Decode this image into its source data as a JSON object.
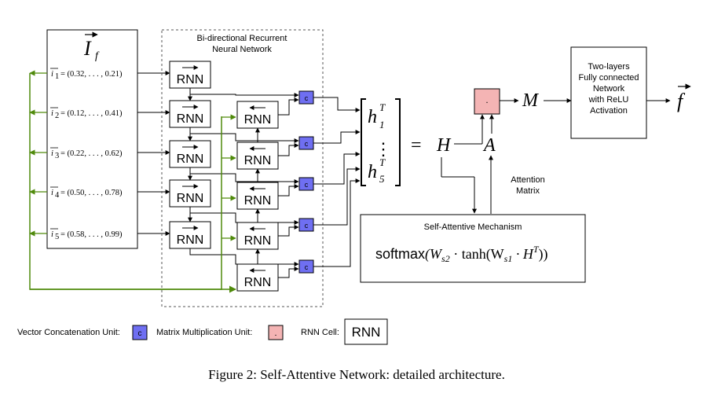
{
  "input_box": {
    "title": "I_f",
    "vectors": [
      {
        "name": "i1",
        "sub": "1",
        "values": "(0.32, . . . , 0.21)"
      },
      {
        "name": "i2",
        "sub": "2",
        "values": "(0.12, . . . , 0.41)"
      },
      {
        "name": "i3",
        "sub": "3",
        "values": "(0.22, . . . , 0.62)"
      },
      {
        "name": "i4",
        "sub": "4",
        "values": "(0.50, . . . , 0.78)"
      },
      {
        "name": "i5",
        "sub": "5",
        "values": "(0.58, . . . , 0.99)"
      }
    ]
  },
  "birnn": {
    "title_line1": "Bi-directional Recurrent",
    "title_line2": "Neural Network",
    "cell_label": "RNN",
    "concat_label": "c"
  },
  "matrix": {
    "top": "h",
    "top_sub": "1",
    "top_sup": "T",
    "dots": "⋮",
    "bottom": "h",
    "bottom_sub": "5",
    "bottom_sup": "T"
  },
  "symbols": {
    "equals": "=",
    "H": "H",
    "A": "A",
    "M": "M",
    "f_out": "f",
    "dot": "."
  },
  "attention_label": {
    "line1": "Attention",
    "line2": "Matrix"
  },
  "self_attn": {
    "title": "Self-Attentive Mechanism",
    "softmax": "softmax",
    "formula_rest": "(W",
    "ws2": "s2",
    "tanh": " · tanh(W",
    "ws1": "s1",
    "tail": " · H",
    "sup": "T",
    "close": "))"
  },
  "fc_box": {
    "lines": [
      "Two-layers",
      "Fully connected",
      "Network",
      "with ReLU",
      "Activation"
    ]
  },
  "legend": {
    "concat_text": "Vector Concatenation Unit:",
    "concat_symbol": "c",
    "matmul_text": "Matrix Multiplication Unit:",
    "matmul_symbol": ".",
    "rnn_text": "RNN Cell:",
    "rnn_symbol": "RNN"
  },
  "caption": "Figure 2: Self-Attentive Network: detailed architecture.",
  "colors": {
    "concat_fill": "#6f6ff2",
    "matmul_fill": "#f4b4b4",
    "feedback_line": "#4f8a0b",
    "dashed_box": "#555555"
  }
}
